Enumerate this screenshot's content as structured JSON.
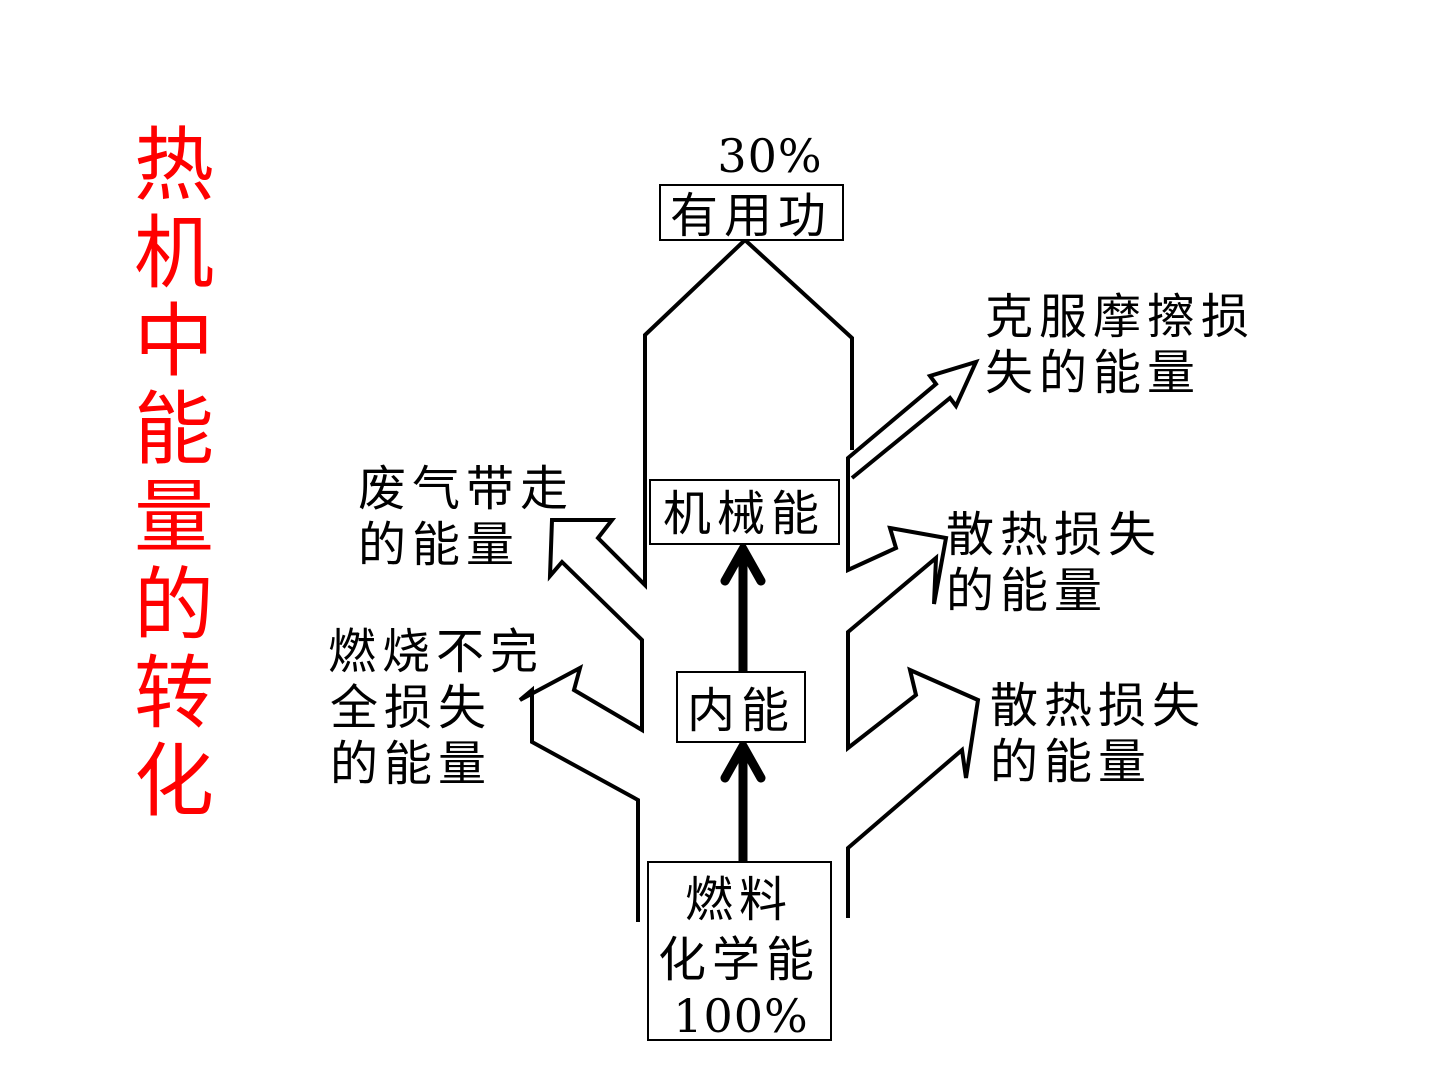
{
  "title": "热机中能量的转化",
  "colors": {
    "title": "#ff0000",
    "lines": "#000000"
  },
  "nodes": {
    "fuel": {
      "line1": "燃料",
      "line2": "化学能",
      "line3": "100%"
    },
    "internal": "内能",
    "mechanical": "机械能",
    "useful": {
      "label": "有用功",
      "percent": "30%"
    }
  },
  "losses": {
    "incomplete": {
      "line1": "燃烧不完",
      "line2": "全损失",
      "line3": "的能量"
    },
    "heat_lower": {
      "line1": "散热损失",
      "line2": "的能量"
    },
    "exhaust": {
      "line1": "废气带走",
      "line2": "的能量"
    },
    "heat_upper": {
      "line1": "散热损失",
      "line2": "的能量"
    },
    "friction": {
      "line1": "克服摩擦损",
      "line2": "失的能量"
    }
  }
}
